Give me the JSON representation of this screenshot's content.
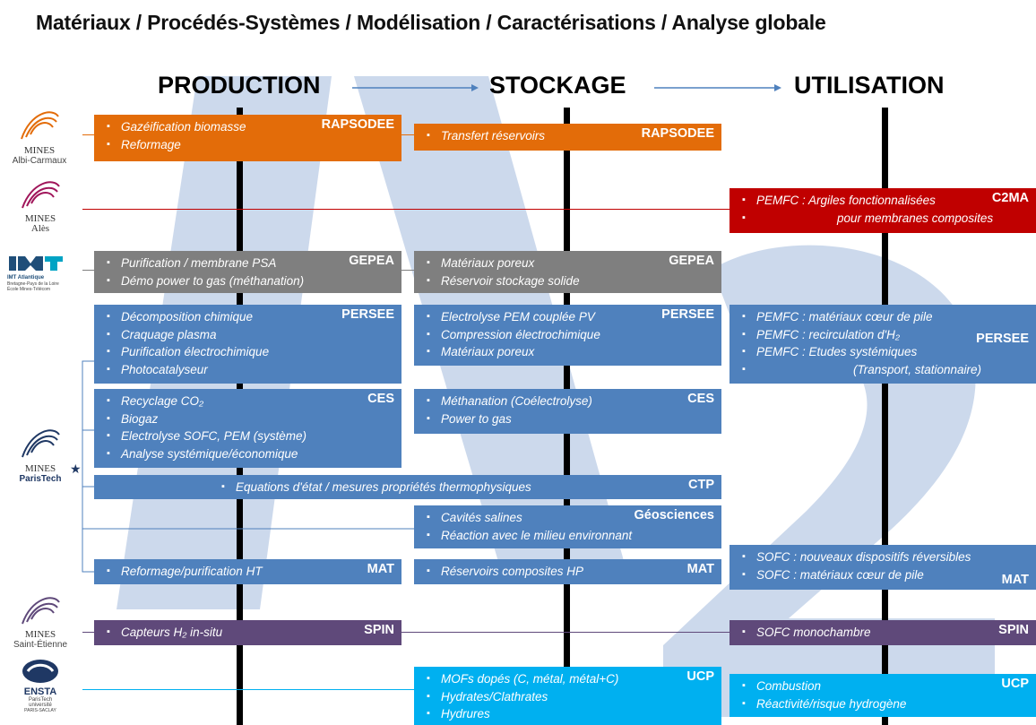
{
  "title": "Matériaux / Procédés-Systèmes / Modélisation / Caractérisations / Analyse globale",
  "columns": {
    "production": "PRODUCTION",
    "stockage": "STOCKAGE",
    "utilisation": "UTILISATION"
  },
  "logos": {
    "albi": {
      "line1": "MINES",
      "line2": "Albi-Carmaux"
    },
    "ales": {
      "line1": "MINES",
      "line2": "Alès"
    },
    "imt": {
      "line1": "IMT Atlantique",
      "line2": "Bretagne-Pays de la Loire",
      "line3": "École Mines-Télécom"
    },
    "paris": {
      "line1": "MINES",
      "line2": "ParisTech"
    },
    "stetienne": {
      "line1": "MINES",
      "line2": "Saint-Étienne"
    },
    "ensta": {
      "line1": "ENSTA",
      "line2": "ParisTech",
      "line3": "université",
      "line4": "PARIS-SACLAY"
    }
  },
  "boxes": {
    "rapsodee_prod": {
      "items": [
        "Gazéification biomasse",
        "Reformage"
      ],
      "label": "RAPSODEE"
    },
    "rapsodee_stock": {
      "items": [
        "Transfert réservoirs"
      ],
      "label": "RAPSODEE"
    },
    "c2ma_util": {
      "items": [
        "PEMFC : Argiles fonctionnalisées",
        "pour membranes composites"
      ],
      "label": "C2MA"
    },
    "gepea_prod": {
      "items": [
        "Purification / membrane PSA",
        "Démo power to gas (méthanation)"
      ],
      "label": "GEPEA"
    },
    "gepea_stock": {
      "items": [
        "Matériaux poreux",
        "Réservoir stockage solide"
      ],
      "label": "GEPEA"
    },
    "persee_prod": {
      "items": [
        "Décomposition chimique",
        "Craquage plasma",
        "Purification électrochimique",
        "Photocatalyseur"
      ],
      "label": "PERSEE"
    },
    "persee_stock": {
      "items": [
        "Electrolyse PEM couplée PV",
        "Compression électrochimique",
        "Matériaux poreux"
      ],
      "label": "PERSEE"
    },
    "persee_util": {
      "items": [
        "PEMFC : matériaux cœur de pile",
        "PEMFC : recirculation d'H₂",
        "PEMFC : Etudes systémiques",
        "(Transport, stationnaire)"
      ],
      "label": "PERSEE"
    },
    "ces_prod": {
      "items": [
        "Recyclage CO₂",
        "Biogaz",
        "Electrolyse SOFC, PEM (système)",
        "Analyse systémique/économique"
      ],
      "label": "CES"
    },
    "ces_stock": {
      "items": [
        "Méthanation (Coélectrolyse)",
        "Power to gas"
      ],
      "label": "CES"
    },
    "ctp": {
      "items": [
        "Equations d'état / mesures propriétés thermophysiques"
      ],
      "label": "CTP"
    },
    "geosciences": {
      "items": [
        "Cavités salines",
        "Réaction avec le milieu environnant"
      ],
      "label": "Géosciences"
    },
    "mat_prod": {
      "items": [
        "Reformage/purification HT"
      ],
      "label": "MAT"
    },
    "mat_stock": {
      "items": [
        "Réservoirs composites HP"
      ],
      "label": "MAT"
    },
    "mat_util": {
      "items": [
        "SOFC : nouveaux dispositifs réversibles",
        "SOFC : matériaux cœur de pile"
      ],
      "label": "MAT"
    },
    "spin_prod": {
      "items": [
        "Capteurs H₂ in-situ"
      ],
      "label": "SPIN"
    },
    "spin_util": {
      "items": [
        "SOFC monochambre"
      ],
      "label": "SPIN"
    },
    "ucp_stock": {
      "items": [
        "MOFs dopés (C, métal, métal+C)",
        "Hydrates/Clathrates",
        "Hydrures"
      ],
      "label": "UCP"
    },
    "ucp_util": {
      "items": [
        "Combustion",
        "Réactivité/risque hydrogène"
      ],
      "label": "UCP"
    }
  },
  "colors": {
    "orange": "#E36C09",
    "red": "#C00000",
    "gray": "#7F7F7F",
    "blue": "#4F81BD",
    "purple": "#5F497A",
    "cyan": "#00B0F0",
    "watermark": "#C6D5EA"
  }
}
